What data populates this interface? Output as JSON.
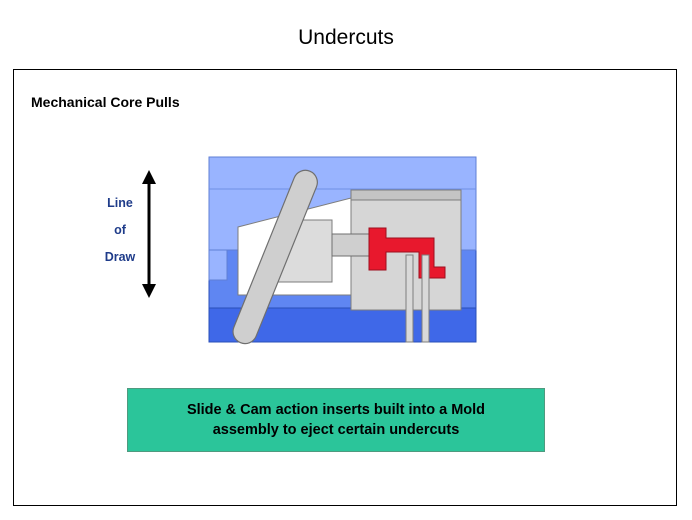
{
  "title": "Undercuts",
  "heading": "Mechanical Core Pulls",
  "line_of_draw": {
    "line1": "Line",
    "line2": "of",
    "line3": "Draw"
  },
  "caption": {
    "line1": "Slide & Cam action inserts built into a Mold",
    "line2": "assembly to eject certain undercuts"
  },
  "colors": {
    "mold_light": "#99b4ff",
    "mold_mid": "#5f86f2",
    "mold_dark": "#3f68e8",
    "core_gray": "#cfcfcf",
    "part_red": "#e8182d",
    "caption_bg": "#2bc59a",
    "label_blue": "#1f3c8a"
  }
}
